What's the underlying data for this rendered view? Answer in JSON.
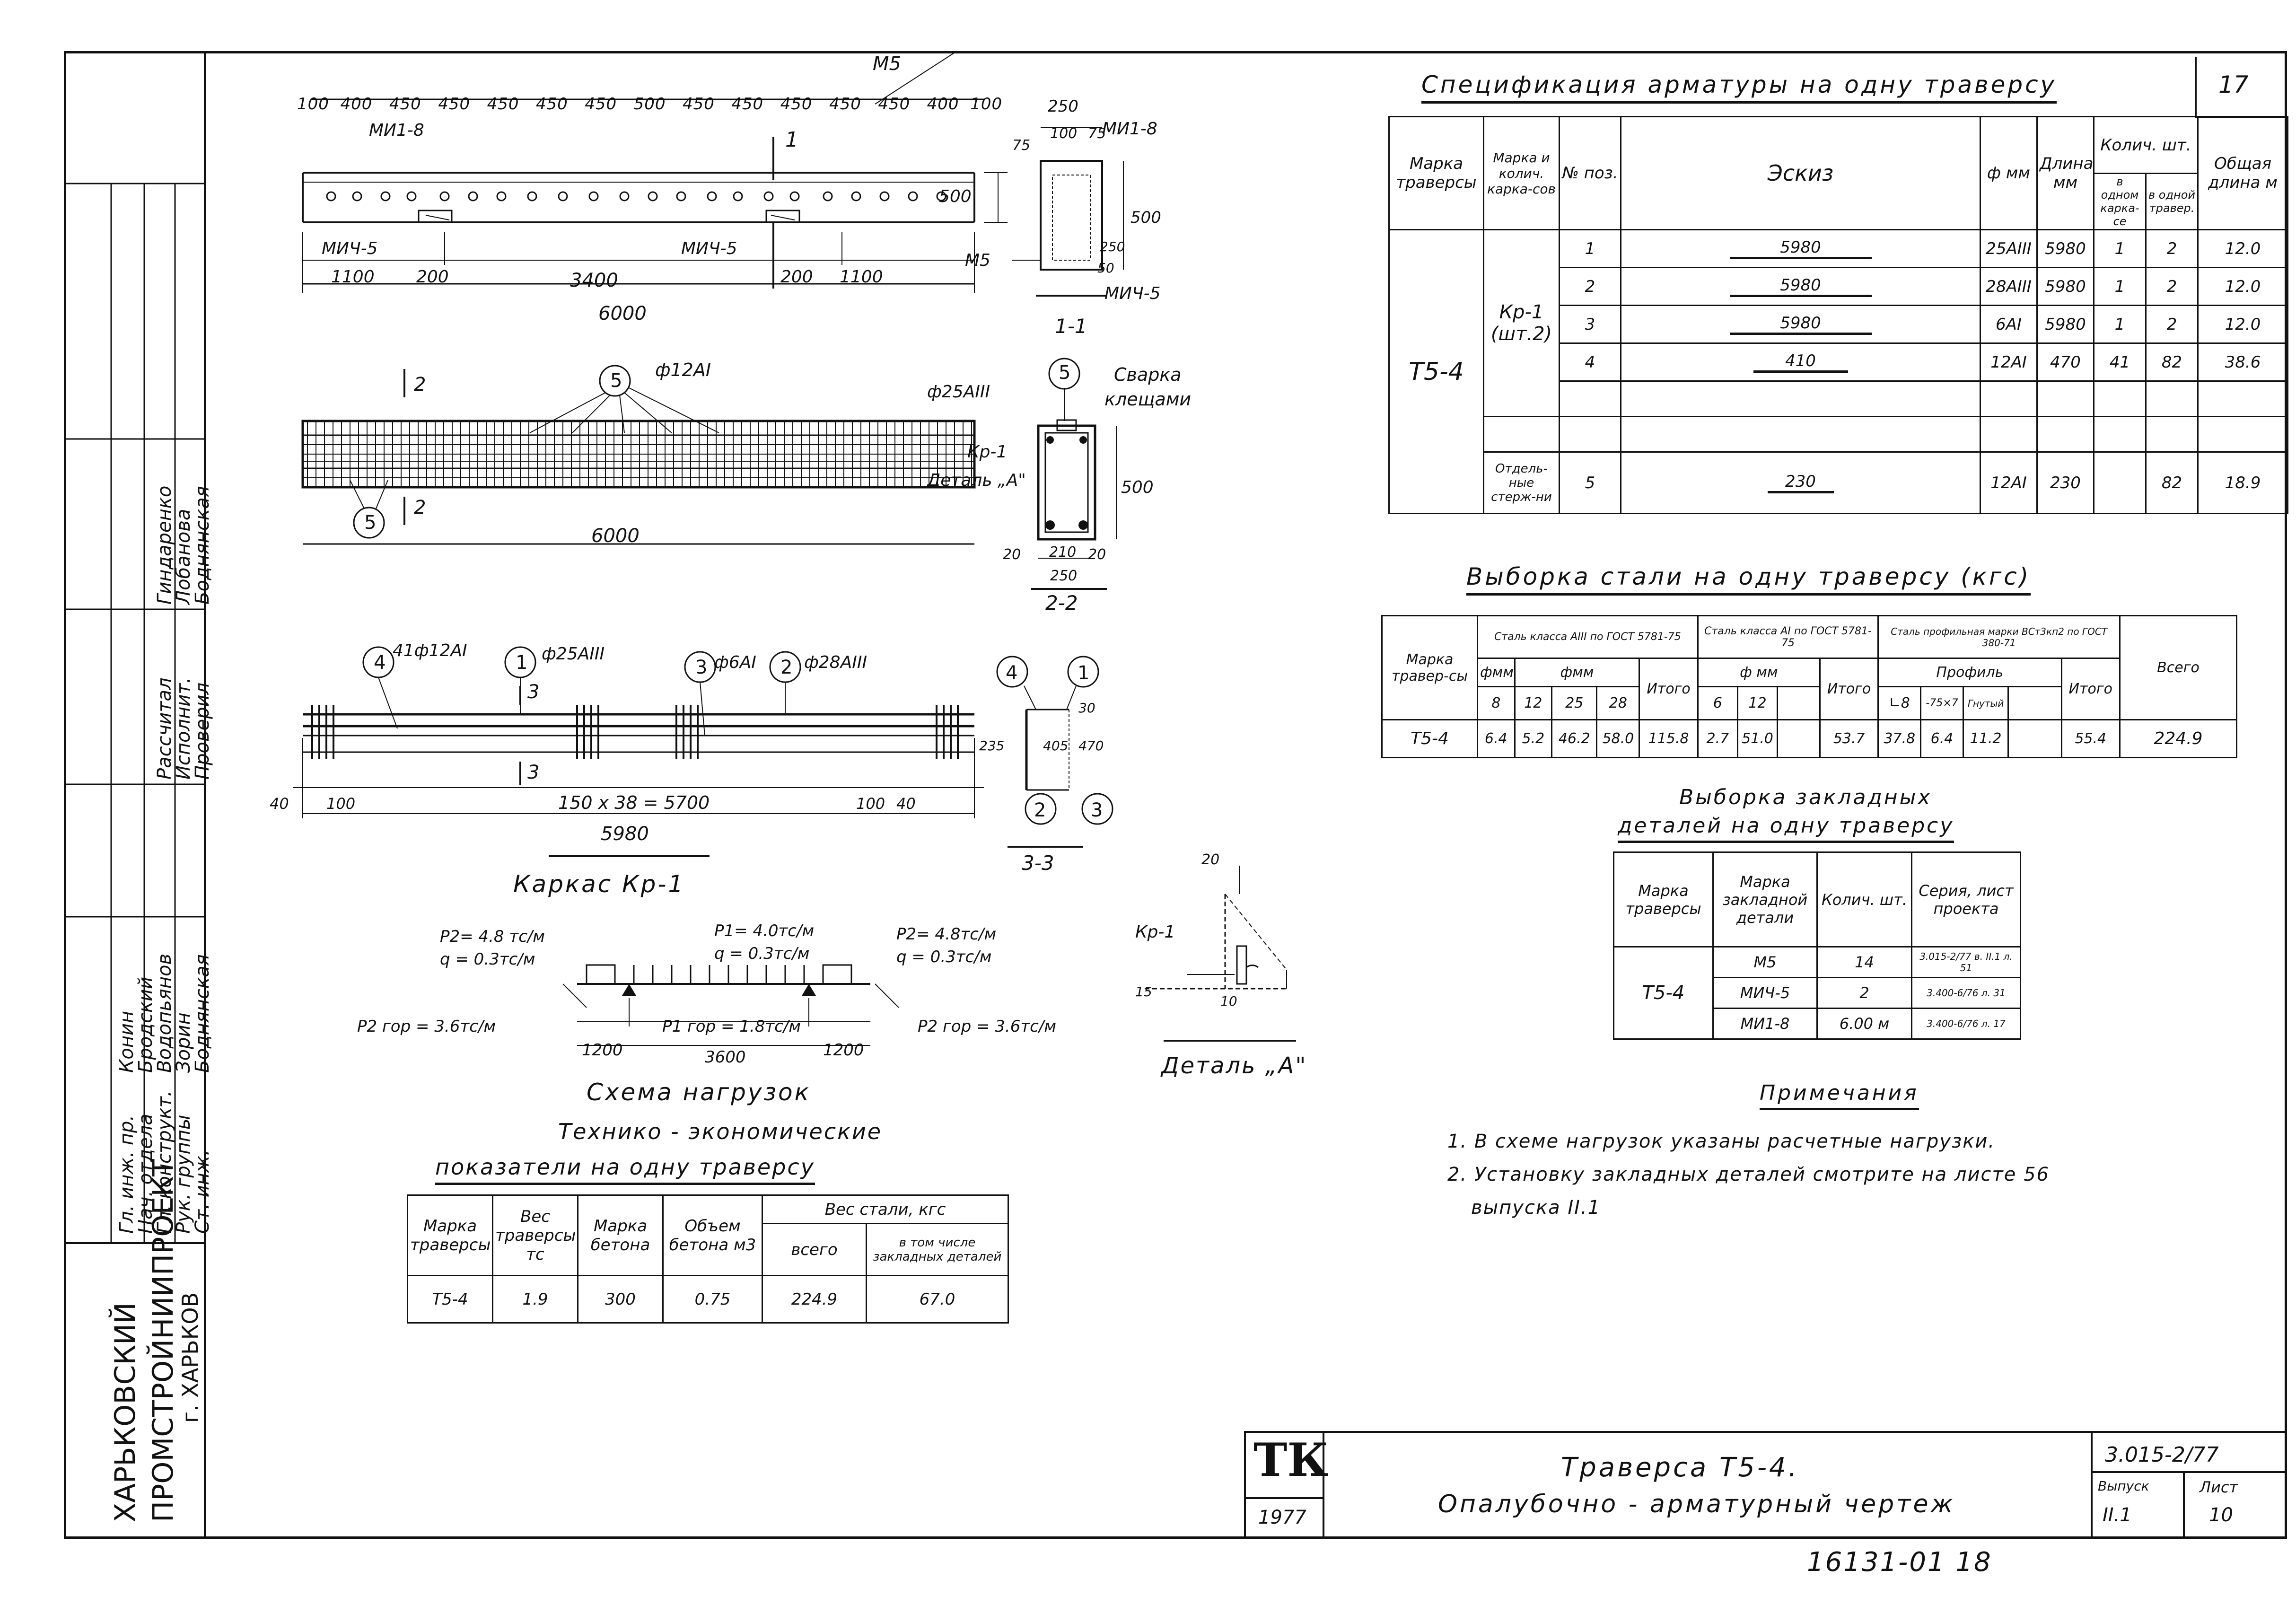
{
  "sheet_no_top": "17",
  "spec": {
    "title": "Спецификация арматуры на одну траверсу",
    "headers": {
      "mark": "Марка траверсы",
      "frames": "Марка и колич. карка-сов",
      "pos": "№ поз.",
      "sketch": "Эскиз",
      "dia": "ф мм",
      "len": "Длина мм",
      "qty": "Колич. шт.",
      "qty_one": "в одном карка-се",
      "qty_all": "в одной травер.",
      "total": "Общая длина м"
    },
    "mark": "Т5-4",
    "frame": "Кр-1",
    "frame_count": "(шт.2)",
    "separate": "Отдель-ные стерж-ни",
    "rows": [
      {
        "pos": "1",
        "sketch": "5980",
        "dia": "25AIII",
        "len": "5980",
        "one": "1",
        "all": "2",
        "total": "12.0"
      },
      {
        "pos": "2",
        "sketch": "5980",
        "dia": "28AIII",
        "len": "5980",
        "one": "1",
        "all": "2",
        "total": "12.0"
      },
      {
        "pos": "3",
        "sketch": "5980",
        "dia": "6AI",
        "len": "5980",
        "one": "1",
        "all": "2",
        "total": "12.0"
      },
      {
        "pos": "4",
        "sketch": "410",
        "dia": "12AI",
        "len": "470",
        "one": "41",
        "all": "82",
        "total": "38.6"
      },
      {
        "pos": "5",
        "sketch": "230",
        "dia": "12AI",
        "len": "230",
        "one": "",
        "all": "82",
        "total": "18.9"
      }
    ]
  },
  "steel": {
    "title": "Выборка стали на одну траверсу (кгс)",
    "h_mark": "Марка травер-сы",
    "h_a3": "Сталь класса АIII по ГОСТ 5781-75",
    "h_a1": "Сталь класса АI по ГОСТ 5781-75",
    "h_prof": "Сталь профильная марки ВСт3кп2 по ГОСТ 380-71",
    "h_fmm": "фмм",
    "h_fmm2": "ф мм",
    "h_profile": "Профиль",
    "h_total": "Итого",
    "h_all": "Всего",
    "sub": [
      "8",
      "12",
      "25",
      "28",
      "Итого",
      "6",
      "12",
      "",
      "Итого",
      "∟8",
      "-75×7",
      "Гнутый",
      "",
      "Итого"
    ],
    "row": {
      "mark": "Т5-4",
      "v8": "6.4",
      "v12": "5.2",
      "v25": "46.2",
      "v28": "58.0",
      "it1": "115.8",
      "a6": "2.7",
      "a12": "51.0",
      "it2": "53.7",
      "p1": "37.8",
      "p2": "6.4",
      "p3": "11.2",
      "it3": "55.4",
      "all": "224.9"
    }
  },
  "embed": {
    "title1": "Выборка закладных",
    "title2": "деталей на одну траверсу",
    "h_mark": "Марка траверсы",
    "h_emb": "Марка закладной детали",
    "h_qty": "Колич. шт.",
    "h_series": "Серия, лист проекта",
    "mark": "Т5-4",
    "rows": [
      {
        "emb": "М5",
        "qty": "14",
        "series": "3.015-2/77 в. II.1 л. 51"
      },
      {
        "emb": "МИЧ-5",
        "qty": "2",
        "series": "3.400-6/76 л. 31"
      },
      {
        "emb": "МИ1-8",
        "qty": "6.00 м",
        "series": "3.400-6/76 л. 17"
      }
    ]
  },
  "notes": {
    "title": "Примечания",
    "n1": "1. В схеме нагрузок указаны расчетные нагрузки.",
    "n2": "2. Установку закладных деталей смотрите на листе 56",
    "n3": "выпуска II.1"
  },
  "tech": {
    "title1": "Технико - экономические",
    "title2": "показатели на одну траверсу",
    "h_mark": "Марка траверсы",
    "h_weight": "Вес траверсы тс",
    "h_concrete": "Марка бетона",
    "h_volume": "Объем бетона м3",
    "h_steel": "Вес стали, кгс",
    "h_all": "всего",
    "h_emb": "в том числе закладных деталей",
    "row": {
      "mark": "Т5-4",
      "weight": "1.9",
      "concrete": "300",
      "volume": "0.75",
      "all": "224.9",
      "emb": "67.0"
    }
  },
  "drawing": {
    "m5": "М5",
    "mi18": "МИ1-8",
    "mi45": "МИЧ-5",
    "top_dims": [
      "100",
      "400",
      "450",
      "450",
      "450",
      "450",
      "450",
      "500",
      "450",
      "450",
      "450",
      "450",
      "450",
      "400",
      "100"
    ],
    "h500": "500",
    "d1100a": "1100",
    "d200a": "200",
    "d3400": "3400",
    "d200b": "200",
    "d1100b": "1100",
    "d6000": "6000",
    "sec11_250": "250",
    "sec11_100": "100",
    "sec11_75a": "75",
    "sec11_75b": "75",
    "sec11_500": "500",
    "sec11_250b": "250",
    "sec11_50": "50",
    "cut1": "1",
    "sec11_label": "1-1",
    "cut2": "2",
    "plan_d": "ф12AI",
    "plan_6000": "6000",
    "weld": "Сварка",
    "weld2": "клещами",
    "d25": "ф25AIII",
    "kr1": "Кр-1",
    "detail_a": "Деталь „А\"",
    "s22_500": "500",
    "s22_20a": "20",
    "s22_210": "210",
    "s22_20b": "20",
    "s22_250": "250",
    "sec22_label": "2-2",
    "frame_41": "41ф12AI",
    "frame_25": "ф25AIII",
    "frame_6": "ф6AI",
    "frame_28": "ф28AIII",
    "cut3": "3",
    "f40a": "40",
    "f100a": "100",
    "f5700": "150 х 38 = 5700",
    "f100b": "100",
    "f40b": "40",
    "f5980": "5980",
    "frame_title": "Каркас Кр-1",
    "s33_235": "235",
    "s33_405": "405",
    "s33_470": "470",
    "s33_30": "30",
    "sec33_label": "3-3",
    "load_p2a": "P2= 4.8 тс/м",
    "load_qa": "q = 0.3тс/м",
    "load_p1": "P1= 4.0тс/м",
    "load_q": "q = 0.3тс/м",
    "load_p2b": "P2= 4.8тс/м",
    "load_qb": "q = 0.3тс/м",
    "load_p2gor_a": "P2 гор = 3.6тс/м",
    "load_p1gor": "P1 гор = 1.8тс/м",
    "load_p2gor_b": "P2 гор = 3.6тс/м",
    "load_1200a": "1200",
    "load_3600": "3600",
    "load_1200b": "1200",
    "load_title": "Схема нагрузок",
    "det_20": "20",
    "det_kr1": "Кр-1",
    "det_15": "15",
    "det_10": "10",
    "det_title": "Деталь „А\""
  },
  "stamp": {
    "org1": "ХАРЬКОВСКИЙ",
    "org2": "ПРОМСТРОЙНИИПРОЕКТ",
    "org3": "г. ХАРЬКОВ",
    "roles": [
      "Гл. инж. пр.",
      "Нач. отдела",
      "Гл. конструкт.",
      "Рук. группы",
      "Ст. инж."
    ],
    "names": [
      "Конин",
      "Бродский",
      "Водопьянов",
      "Зорин",
      "Боднянская"
    ],
    "roles2": [
      "Рассчитал",
      "Исполнит.",
      "Проверил"
    ],
    "names2": [
      "Гиндаренко",
      "Лобанова",
      "Боднянская"
    ],
    "logo": "ТК",
    "year": "1977",
    "title1": "Траверса Т5-4.",
    "title2": "Опалубочно - арматурный чертеж",
    "series": "3.015-2/77",
    "issue_h": "Выпуск",
    "issue": "II.1",
    "sheet_h": "Лист",
    "sheet": "10",
    "archive": "16131-01 18"
  }
}
